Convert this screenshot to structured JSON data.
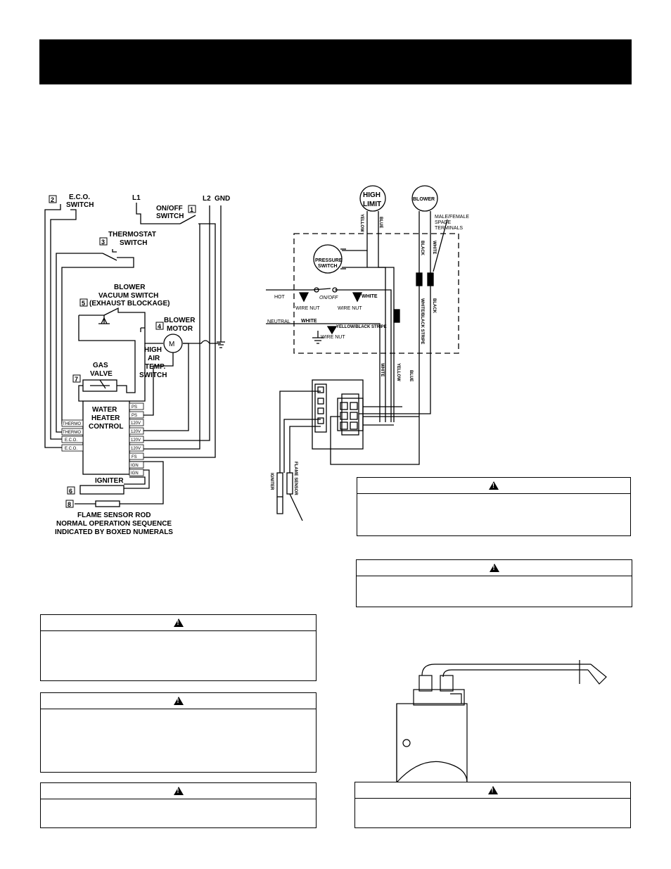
{
  "ladder": {
    "eco_num": "2",
    "eco_label": [
      "E.C.O.",
      "SWITCH"
    ],
    "l1": "L1",
    "onoff_label": [
      "ON/OFF",
      "SWITCH"
    ],
    "onoff_num": "1",
    "l2": "L2",
    "gnd": "GND",
    "thermostat_num": "3",
    "thermostat_label": [
      "THERMOSTAT",
      "SWITCH"
    ],
    "blower_vac_label": [
      "BLOWER",
      "VACUUM SWITCH",
      "(EXHAUST BLOCKAGE)"
    ],
    "blower_vac_num": "5",
    "blower_motor_num": "4",
    "blower_motor_label": [
      "BLOWER",
      "MOTOR"
    ],
    "motor_symbol": "M",
    "high_air_label": [
      "HIGH",
      "AIR",
      "TEMP.",
      "SWITCH"
    ],
    "gas_valve_label": [
      "GAS",
      "VALVE"
    ],
    "gas_valve_num": "7",
    "control_label": [
      "WATER",
      "HEATER",
      "CONTROL"
    ],
    "left_terminals": [
      "THERMO",
      "THERMO",
      "E.C.O.",
      "E.C.O."
    ],
    "right_terminals": [
      "PS",
      "PS",
      "120V",
      "120V",
      "120V",
      "120V",
      "FS",
      "IGN",
      "IGN"
    ],
    "igniter_label": "IGNITER",
    "igniter_num": "6",
    "flame_rod_num": "8",
    "footer": [
      "FLAME SENSOR ROD",
      "NORMAL OPERATION SEQUENCE",
      "INDICATED BY BOXED NUMERALS"
    ]
  },
  "wiring": {
    "high_limit": [
      "HIGH",
      "LIMIT"
    ],
    "blower": "BLOWER",
    "spade_label": [
      "MALE/FEMALE",
      "SPADE",
      "TERMINALS"
    ],
    "pressure_switch": [
      "PRESSURE",
      "SWITCH"
    ],
    "hot": "HOT",
    "neutral": "NEUTRAL",
    "onoff": "ON/OFF",
    "wire_nut": "WIRE NUT",
    "white": "WHITE",
    "yellow_black": "YELLOW/BLACK STRIPE",
    "wire_colors": {
      "yellow": "YELLOW",
      "blue": "BLUE",
      "black": "BLACK",
      "white": "WHITE",
      "white_black": "WHITE/BLACK STRIPE"
    },
    "igniter": "IGNITER",
    "flame_sensor": "FLAME SENSOR"
  }
}
